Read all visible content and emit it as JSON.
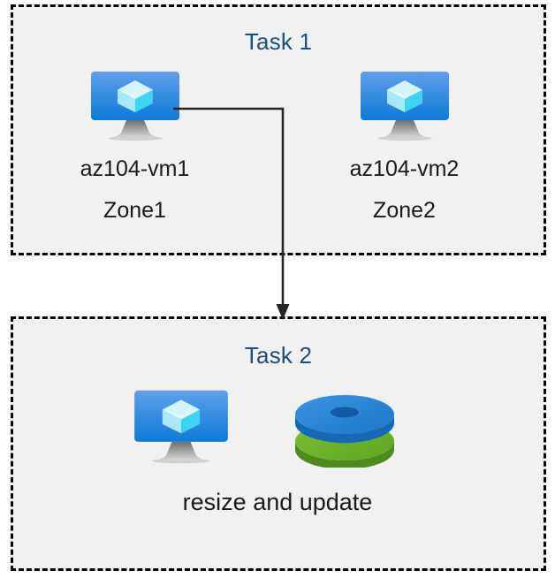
{
  "diagram": {
    "title": "Azure VM tasks diagram",
    "background_color": "#ffffff",
    "group_fill_color": "#f1f1f1",
    "group_border_color": "#000000",
    "accent_title_color": "#1F4E79",
    "connector_color": "#262626"
  },
  "groups": [
    {
      "id": "task1",
      "title": "Task 1",
      "nodes": [
        {
          "id": "vm1",
          "icon": "azure-virtual-machine-icon",
          "caption_line1": "az104-vm1",
          "caption_line2": "Zone1"
        },
        {
          "id": "vm2",
          "icon": "azure-virtual-machine-icon",
          "caption_line1": "az104-vm2",
          "caption_line2": "Zone2"
        }
      ]
    },
    {
      "id": "task2",
      "title": "Task 2",
      "caption": "resize and update",
      "nodes": [
        {
          "id": "vm3",
          "icon": "azure-virtual-machine-icon"
        },
        {
          "id": "disks",
          "icon": "azure-managed-disks-icon"
        }
      ]
    }
  ],
  "connector": {
    "from": "vm1",
    "to": "task2",
    "arrowhead": "solid-triangle-down"
  },
  "colors": {
    "screen_top": "#5b9ce9",
    "screen_bottom": "#0f7cd6",
    "cube_light": "#cdf3fb",
    "cube_mid": "#8fe4f7",
    "cube_dark": "#36d0f2",
    "stand": "#9a9a9a",
    "disk_blue_top": "#2f8ede",
    "disk_blue_side": "#1b6ec2",
    "disk_green_top": "#6cb82a",
    "disk_green_side": "#55921f"
  }
}
